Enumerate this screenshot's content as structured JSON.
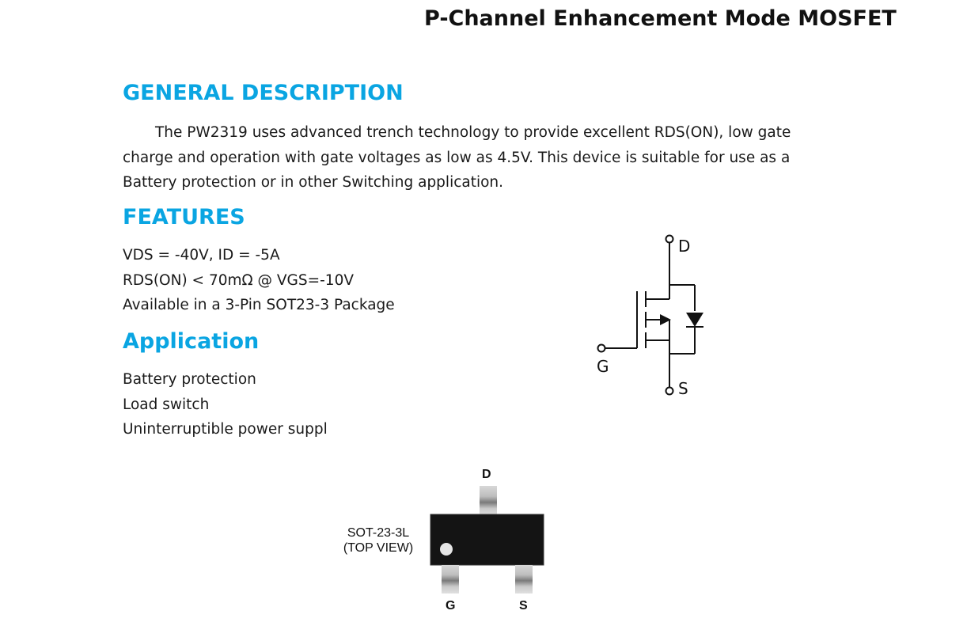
{
  "title": "P-Channel Enhancement Mode MOSFET",
  "general_description": {
    "heading": "GENERAL DESCRIPTION",
    "text": "The PW2319 uses advanced trench technology to provide excellent RDS(ON), low gate charge and operation with gate voltages as low as 4.5V. This device is suitable for use as a Battery protection or in other Switching application."
  },
  "features": {
    "heading": "FEATURES",
    "items": [
      "VDS = -40V, ID = -5A",
      "RDS(ON) < 70mΩ @ VGS=-10V",
      "Available in a 3-Pin SOT23-3 Package"
    ]
  },
  "application": {
    "heading": "Application",
    "items": [
      "Battery protection",
      "Load switch",
      "Uninterruptible power suppl"
    ]
  },
  "symbol": {
    "drain_label": "D",
    "gate_label": "G",
    "source_label": "S"
  },
  "package": {
    "label_line1": "SOT-23-3L",
    "label_line2": "(TOP VIEW)",
    "pin_d": "D",
    "pin_g": "G",
    "pin_s": "S"
  },
  "colors": {
    "heading": "#0aa5e2",
    "package_body": "#141414"
  }
}
